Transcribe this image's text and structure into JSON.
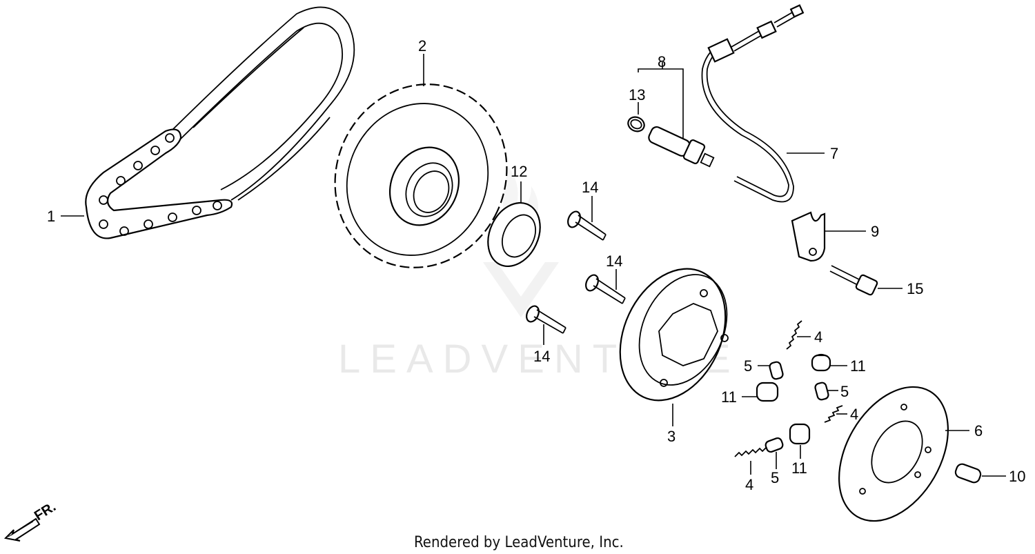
{
  "watermark": "LEADVENTURE",
  "footer": "Rendered by LeadVenture, Inc.",
  "front_arrow_label": "FR.",
  "callouts": {
    "c1": "1",
    "c2": "2",
    "c3": "3",
    "c4a": "4",
    "c4b": "4",
    "c4c": "4",
    "c5a": "5",
    "c5b": "5",
    "c5c": "5",
    "c6": "6",
    "c7": "7",
    "c8": "8",
    "c9": "9",
    "c10": "10",
    "c11a": "11",
    "c11b": "11",
    "c11c": "11",
    "c12": "12",
    "c13": "13",
    "c14a": "14",
    "c14b": "14",
    "c14c": "14",
    "c15": "15"
  }
}
